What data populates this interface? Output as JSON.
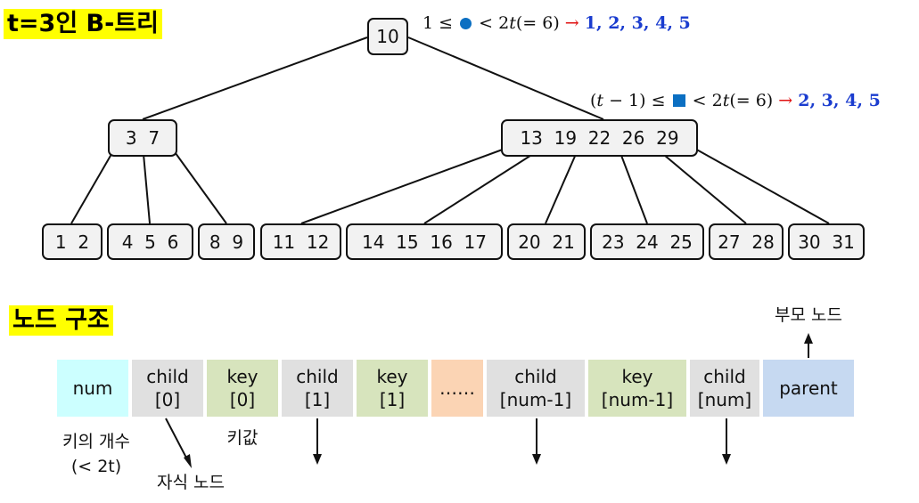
{
  "titles": {
    "tree": "t=3인 B-트리",
    "structure": "노드 구조"
  },
  "formulas": {
    "root": {
      "left": "1 ≤",
      "right_prefix": "< 2",
      "t": "t",
      "paren": "(= 6)",
      "arrow": "→",
      "values": "1, 2, 3, 4, 5"
    },
    "internal": {
      "left_open": "(",
      "t": "t",
      "left_rest": " − 1) ≤",
      "right_prefix": "< 2",
      "paren": "(= 6)",
      "arrow": "→",
      "values": "2, 3, 4, 5"
    }
  },
  "tree": {
    "root": "10",
    "level1": [
      "3  7",
      "13  19  22  26  29"
    ],
    "leaves": [
      "1  2",
      "4  5  6",
      "8  9",
      "11  12",
      "14  15  16  17",
      "20  21",
      "23  24  25",
      "27  28",
      "30  31"
    ]
  },
  "structure": {
    "cells": [
      {
        "label": "num",
        "color": "#ccffff"
      },
      {
        "label": "child\n[0]",
        "color": "#e0e0e0"
      },
      {
        "label": "key\n[0]",
        "color": "#d7e4bd"
      },
      {
        "label": "child\n[1]",
        "color": "#e0e0e0"
      },
      {
        "label": "key\n[1]",
        "color": "#d7e4bd"
      },
      {
        "label": "……",
        "color": "#fbd4b4"
      },
      {
        "label": "child\n[num-1]",
        "color": "#e0e0e0"
      },
      {
        "label": "key\n[num-1]",
        "color": "#d7e4bd"
      },
      {
        "label": "child\n[num]",
        "color": "#e0e0e0"
      },
      {
        "label": "parent",
        "color": "#c6d9f1"
      }
    ],
    "notes": {
      "num": "키의 개수\n(< 2t)",
      "key": "키값",
      "child": "자식 노드",
      "parent": "부모 노드"
    }
  }
}
